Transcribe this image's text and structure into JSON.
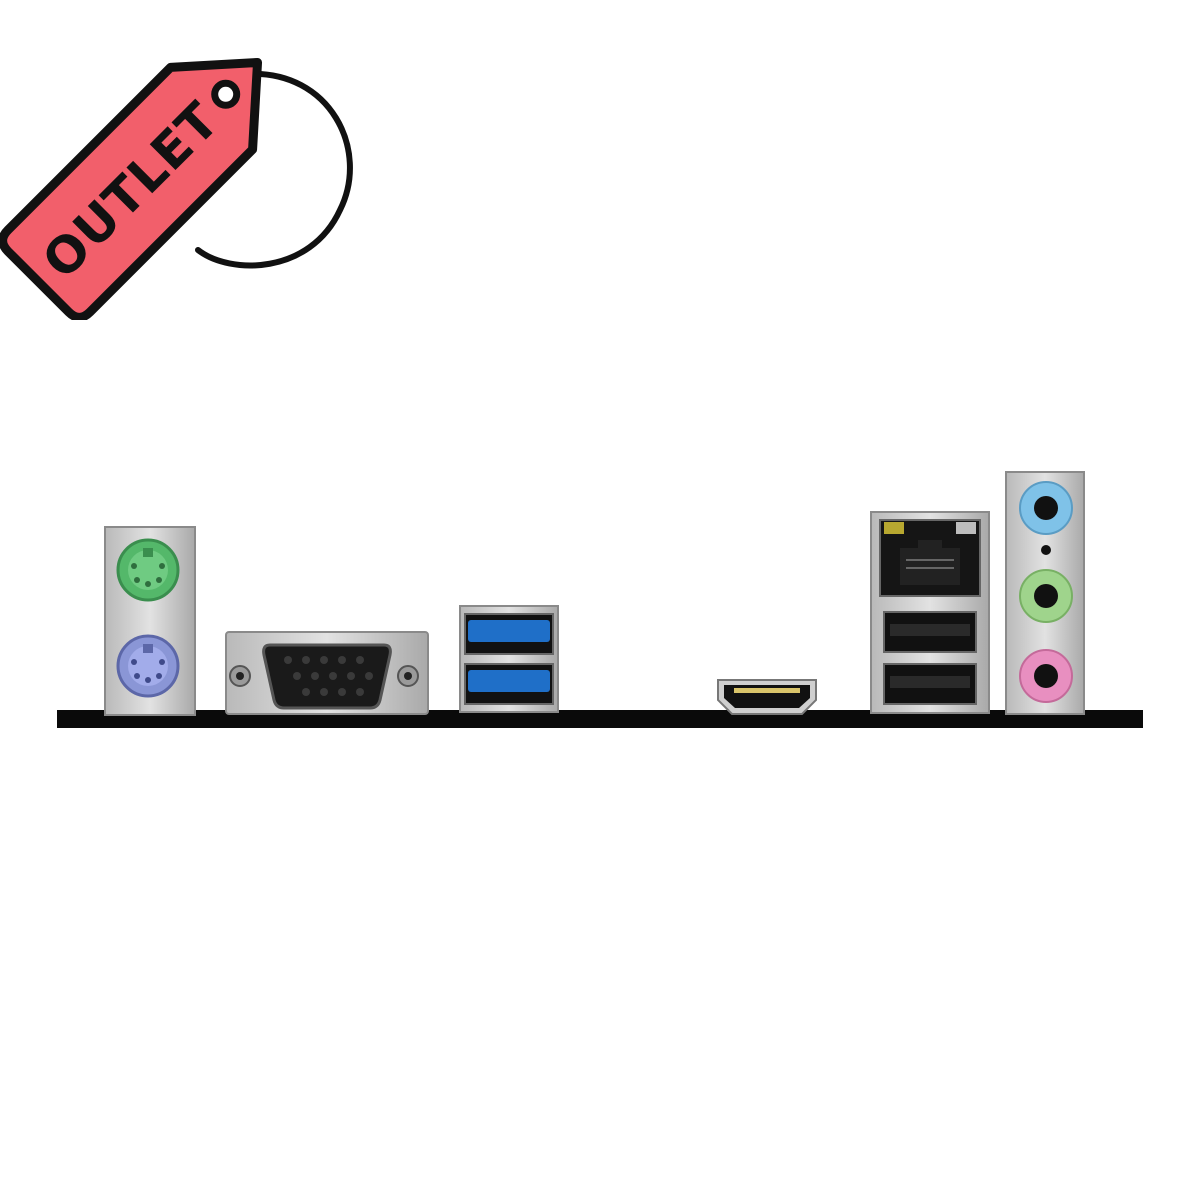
{
  "tag": {
    "label": "OUTLET",
    "fill_color": "#f25f6b",
    "outline_color": "#111111"
  },
  "io_panel": {
    "ports": [
      {
        "name": "ps2-keyboard-port",
        "color": "#54b86a"
      },
      {
        "name": "ps2-mouse-port",
        "color": "#8a96d6"
      },
      {
        "name": "vga-port",
        "color": "#1a1a1a"
      },
      {
        "name": "usb3-port-top",
        "color": "#1f6fc8"
      },
      {
        "name": "usb3-port-bottom",
        "color": "#1f6fc8"
      },
      {
        "name": "hdmi-port",
        "color": "#1a1a1a"
      },
      {
        "name": "ethernet-port",
        "color": "#1a1a1a"
      },
      {
        "name": "usb2-port-top",
        "color": "#1a1a1a"
      },
      {
        "name": "usb2-port-bottom",
        "color": "#1a1a1a"
      },
      {
        "name": "audio-line-in-jack",
        "color": "#7fc2e8"
      },
      {
        "name": "audio-line-out-jack",
        "color": "#9fd48c"
      },
      {
        "name": "audio-mic-jack",
        "color": "#e88fc0"
      }
    ]
  }
}
